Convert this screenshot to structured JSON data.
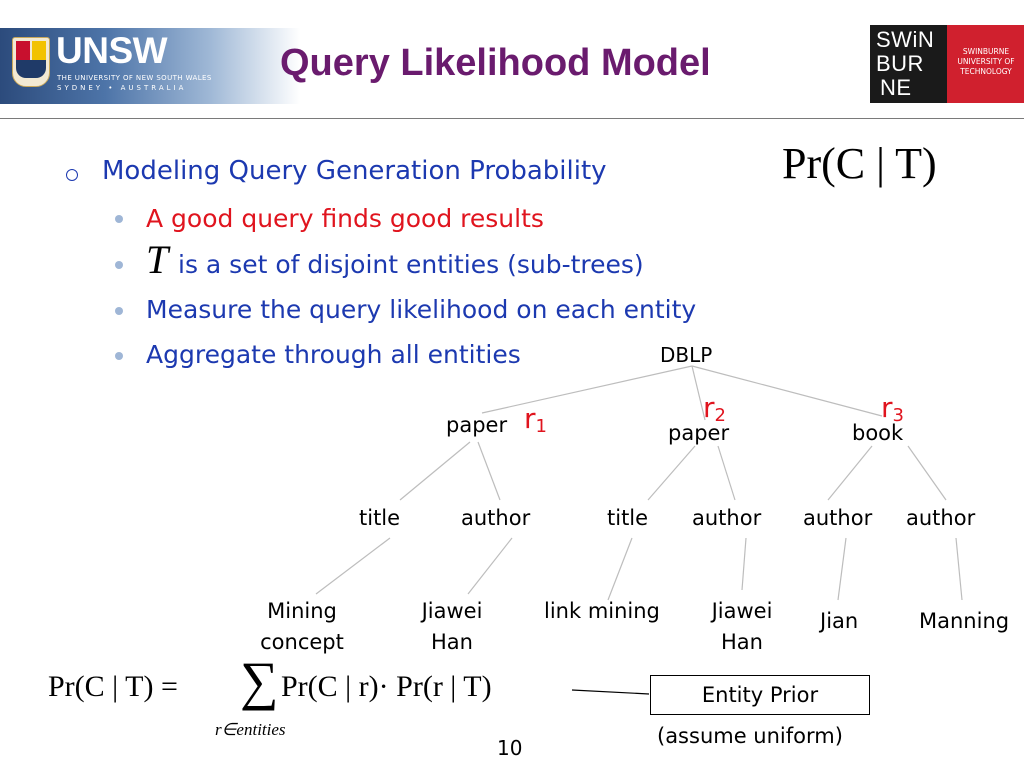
{
  "header": {
    "title": "Query Likelihood Model",
    "logo_left": {
      "name": "UNSW",
      "line1": "THE UNIVERSITY OF NEW SOUTH WALES",
      "line2": "SYDNEY • AUSTRALIA"
    },
    "logo_right": {
      "word_lines": [
        "SWiN",
        "BUR",
        "NE"
      ],
      "text_lines": [
        "SWINBURNE",
        "UNIVERSITY OF",
        "TECHNOLOGY"
      ]
    }
  },
  "content": {
    "main_bullet": "Modeling Query Generation Probability",
    "main_formula": "Pr(C | T)",
    "sub_bullets": [
      {
        "math": "",
        "text": "A good query finds good results",
        "color": "#e0141e"
      },
      {
        "math": "T",
        "text": "is a set of disjoint entities (sub-trees)",
        "color": "#1c39b0"
      },
      {
        "math": "",
        "text": "Measure the query likelihood on each entity",
        "color": "#1c39b0"
      },
      {
        "math": "",
        "text": "Aggregate through all entities",
        "color": "#1c39b0"
      }
    ]
  },
  "tree": {
    "root": "DBLP",
    "r1": {
      "label": "r",
      "sub": "1"
    },
    "r2": {
      "label": "r",
      "sub": "2"
    },
    "r3": {
      "label": "r",
      "sub": "3"
    },
    "level1": [
      "paper",
      "paper",
      "book"
    ],
    "level2": [
      "title",
      "author",
      "title",
      "author",
      "author",
      "author"
    ],
    "leaves": [
      "Mining\nconcept",
      "Jiawei\nHan",
      "link mining",
      "Jiawei\nHan",
      "Jian",
      "Manning"
    ]
  },
  "formula": {
    "lhs": "Pr(C | T) =",
    "sum": "∑",
    "rhs": "Pr(C | r)· Pr(r | T)",
    "under": "r∈entities"
  },
  "entity_prior": {
    "label": "Entity Prior",
    "note": "(assume uniform)"
  },
  "page_number": "10"
}
